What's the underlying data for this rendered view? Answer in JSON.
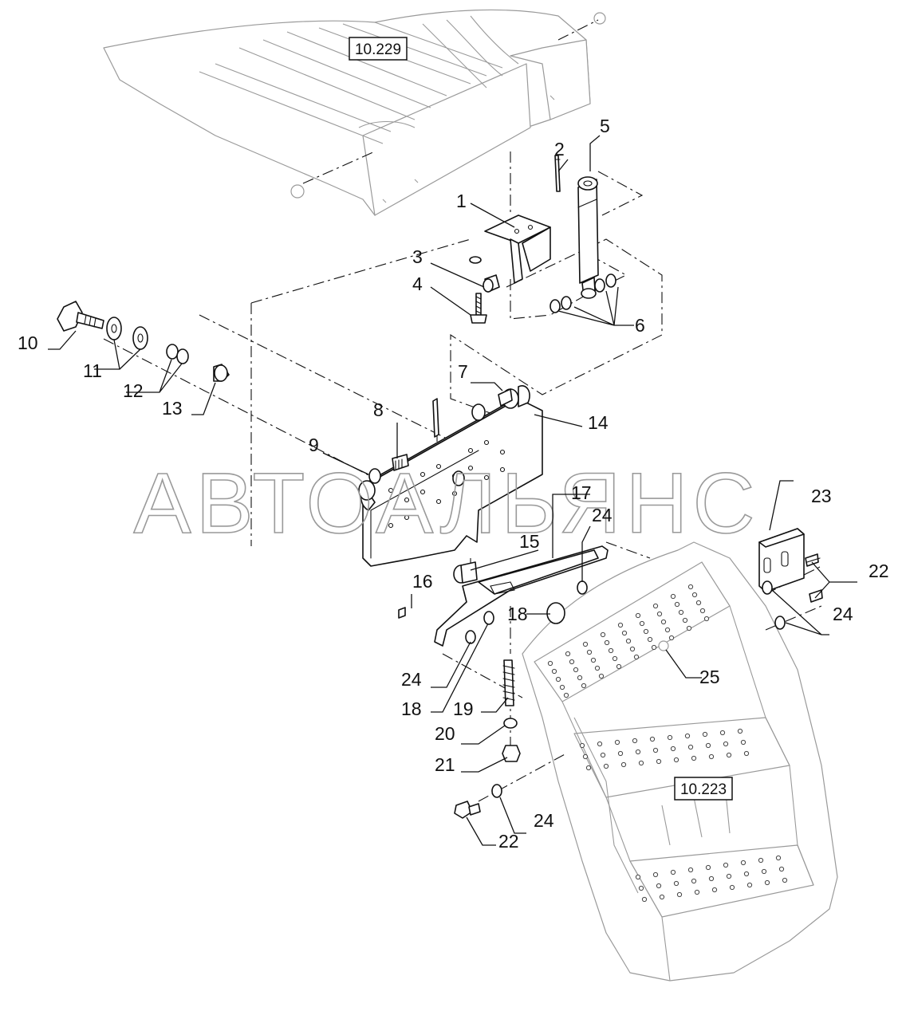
{
  "watermark": "АВТОАЛЬЯНС",
  "references": {
    "top_assembly": "10.229",
    "steps_assembly": "10.223"
  },
  "callouts": {
    "c1": "1",
    "c2": "2",
    "c3": "3",
    "c4": "4",
    "c5": "5",
    "c6": "6",
    "c7": "7",
    "c8": "8",
    "c9": "9",
    "c10": "10",
    "c11": "11",
    "c12": "12",
    "c13": "13",
    "c14": "14",
    "c15": "15",
    "c16": "16",
    "c17": "17",
    "c18a": "18",
    "c18b": "18",
    "c19": "19",
    "c20": "20",
    "c21": "21",
    "c22a": "22",
    "c22b": "22",
    "c23": "23",
    "c24a": "24",
    "c24b": "24",
    "c24c": "24",
    "c24d": "24",
    "c25": "25"
  }
}
